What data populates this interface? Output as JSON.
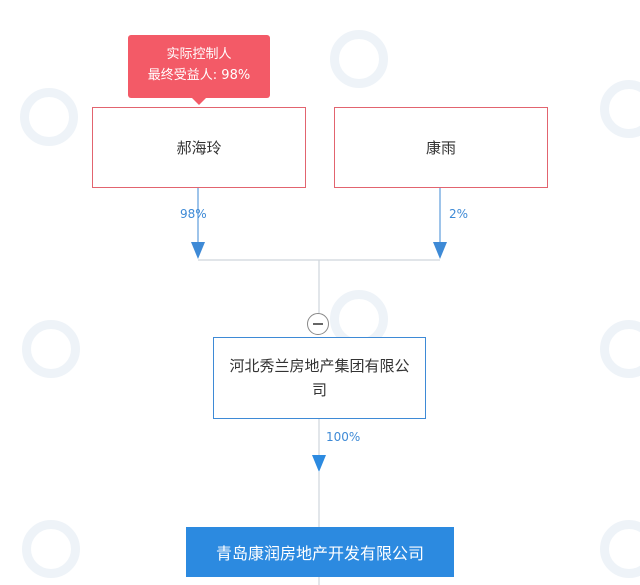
{
  "badge": {
    "line1": "实际控制人",
    "line2": "最终受益人: 98%"
  },
  "shareholders": [
    {
      "name": "郝海玲",
      "share": "98%"
    },
    {
      "name": "康雨",
      "share": "2%"
    }
  ],
  "intermediate": {
    "name": "河北秀兰房地产集团有限公司",
    "share": "100%"
  },
  "target": {
    "name": "青岛康润房地产开发有限公司"
  },
  "colors": {
    "accent": "#2c8ae0",
    "person_border": "#e2646f",
    "badge": "#f35a67",
    "line": "#cfd5dc"
  }
}
